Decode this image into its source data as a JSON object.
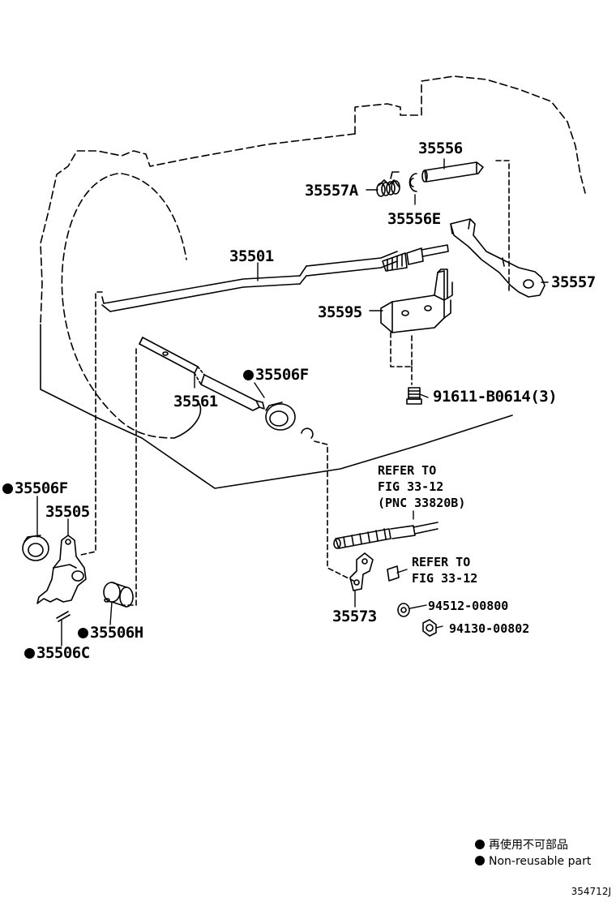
{
  "parts": [
    {
      "id": "p35556",
      "number": "35556",
      "non_reusable": false
    },
    {
      "id": "p35557a",
      "number": "35557A",
      "non_reusable": false
    },
    {
      "id": "p35556e",
      "number": "35556E",
      "non_reusable": false
    },
    {
      "id": "p35501",
      "number": "35501",
      "non_reusable": false
    },
    {
      "id": "p35557",
      "number": "35557",
      "non_reusable": false
    },
    {
      "id": "p35595",
      "number": "35595",
      "non_reusable": false
    },
    {
      "id": "p35506f_top",
      "number": "35506F",
      "non_reusable": true
    },
    {
      "id": "p35561",
      "number": "35561",
      "non_reusable": false
    },
    {
      "id": "p91611",
      "number": "91611-B0614(3)",
      "non_reusable": false
    },
    {
      "id": "p35506f_left",
      "number": "35506F",
      "non_reusable": true
    },
    {
      "id": "p35505",
      "number": "35505",
      "non_reusable": false
    },
    {
      "id": "p35506h",
      "number": "35506H",
      "non_reusable": true
    },
    {
      "id": "p35506c",
      "number": "35506C",
      "non_reusable": true
    },
    {
      "id": "p35573",
      "number": "35573",
      "non_reusable": false
    },
    {
      "id": "p94512",
      "number": "94512-00800",
      "non_reusable": false
    },
    {
      "id": "p94130",
      "number": "94130-00802",
      "non_reusable": false
    }
  ],
  "references": [
    {
      "id": "ref1",
      "lines": [
        "REFER TO",
        "FIG 33-12",
        "(PNC 33820B)"
      ]
    },
    {
      "id": "ref2",
      "lines": [
        "REFER TO",
        "FIG 33-12"
      ]
    }
  ],
  "legend": {
    "japanese": "再使用不可部品",
    "english": "Non-reusable part"
  },
  "illustration_code": "354712J"
}
